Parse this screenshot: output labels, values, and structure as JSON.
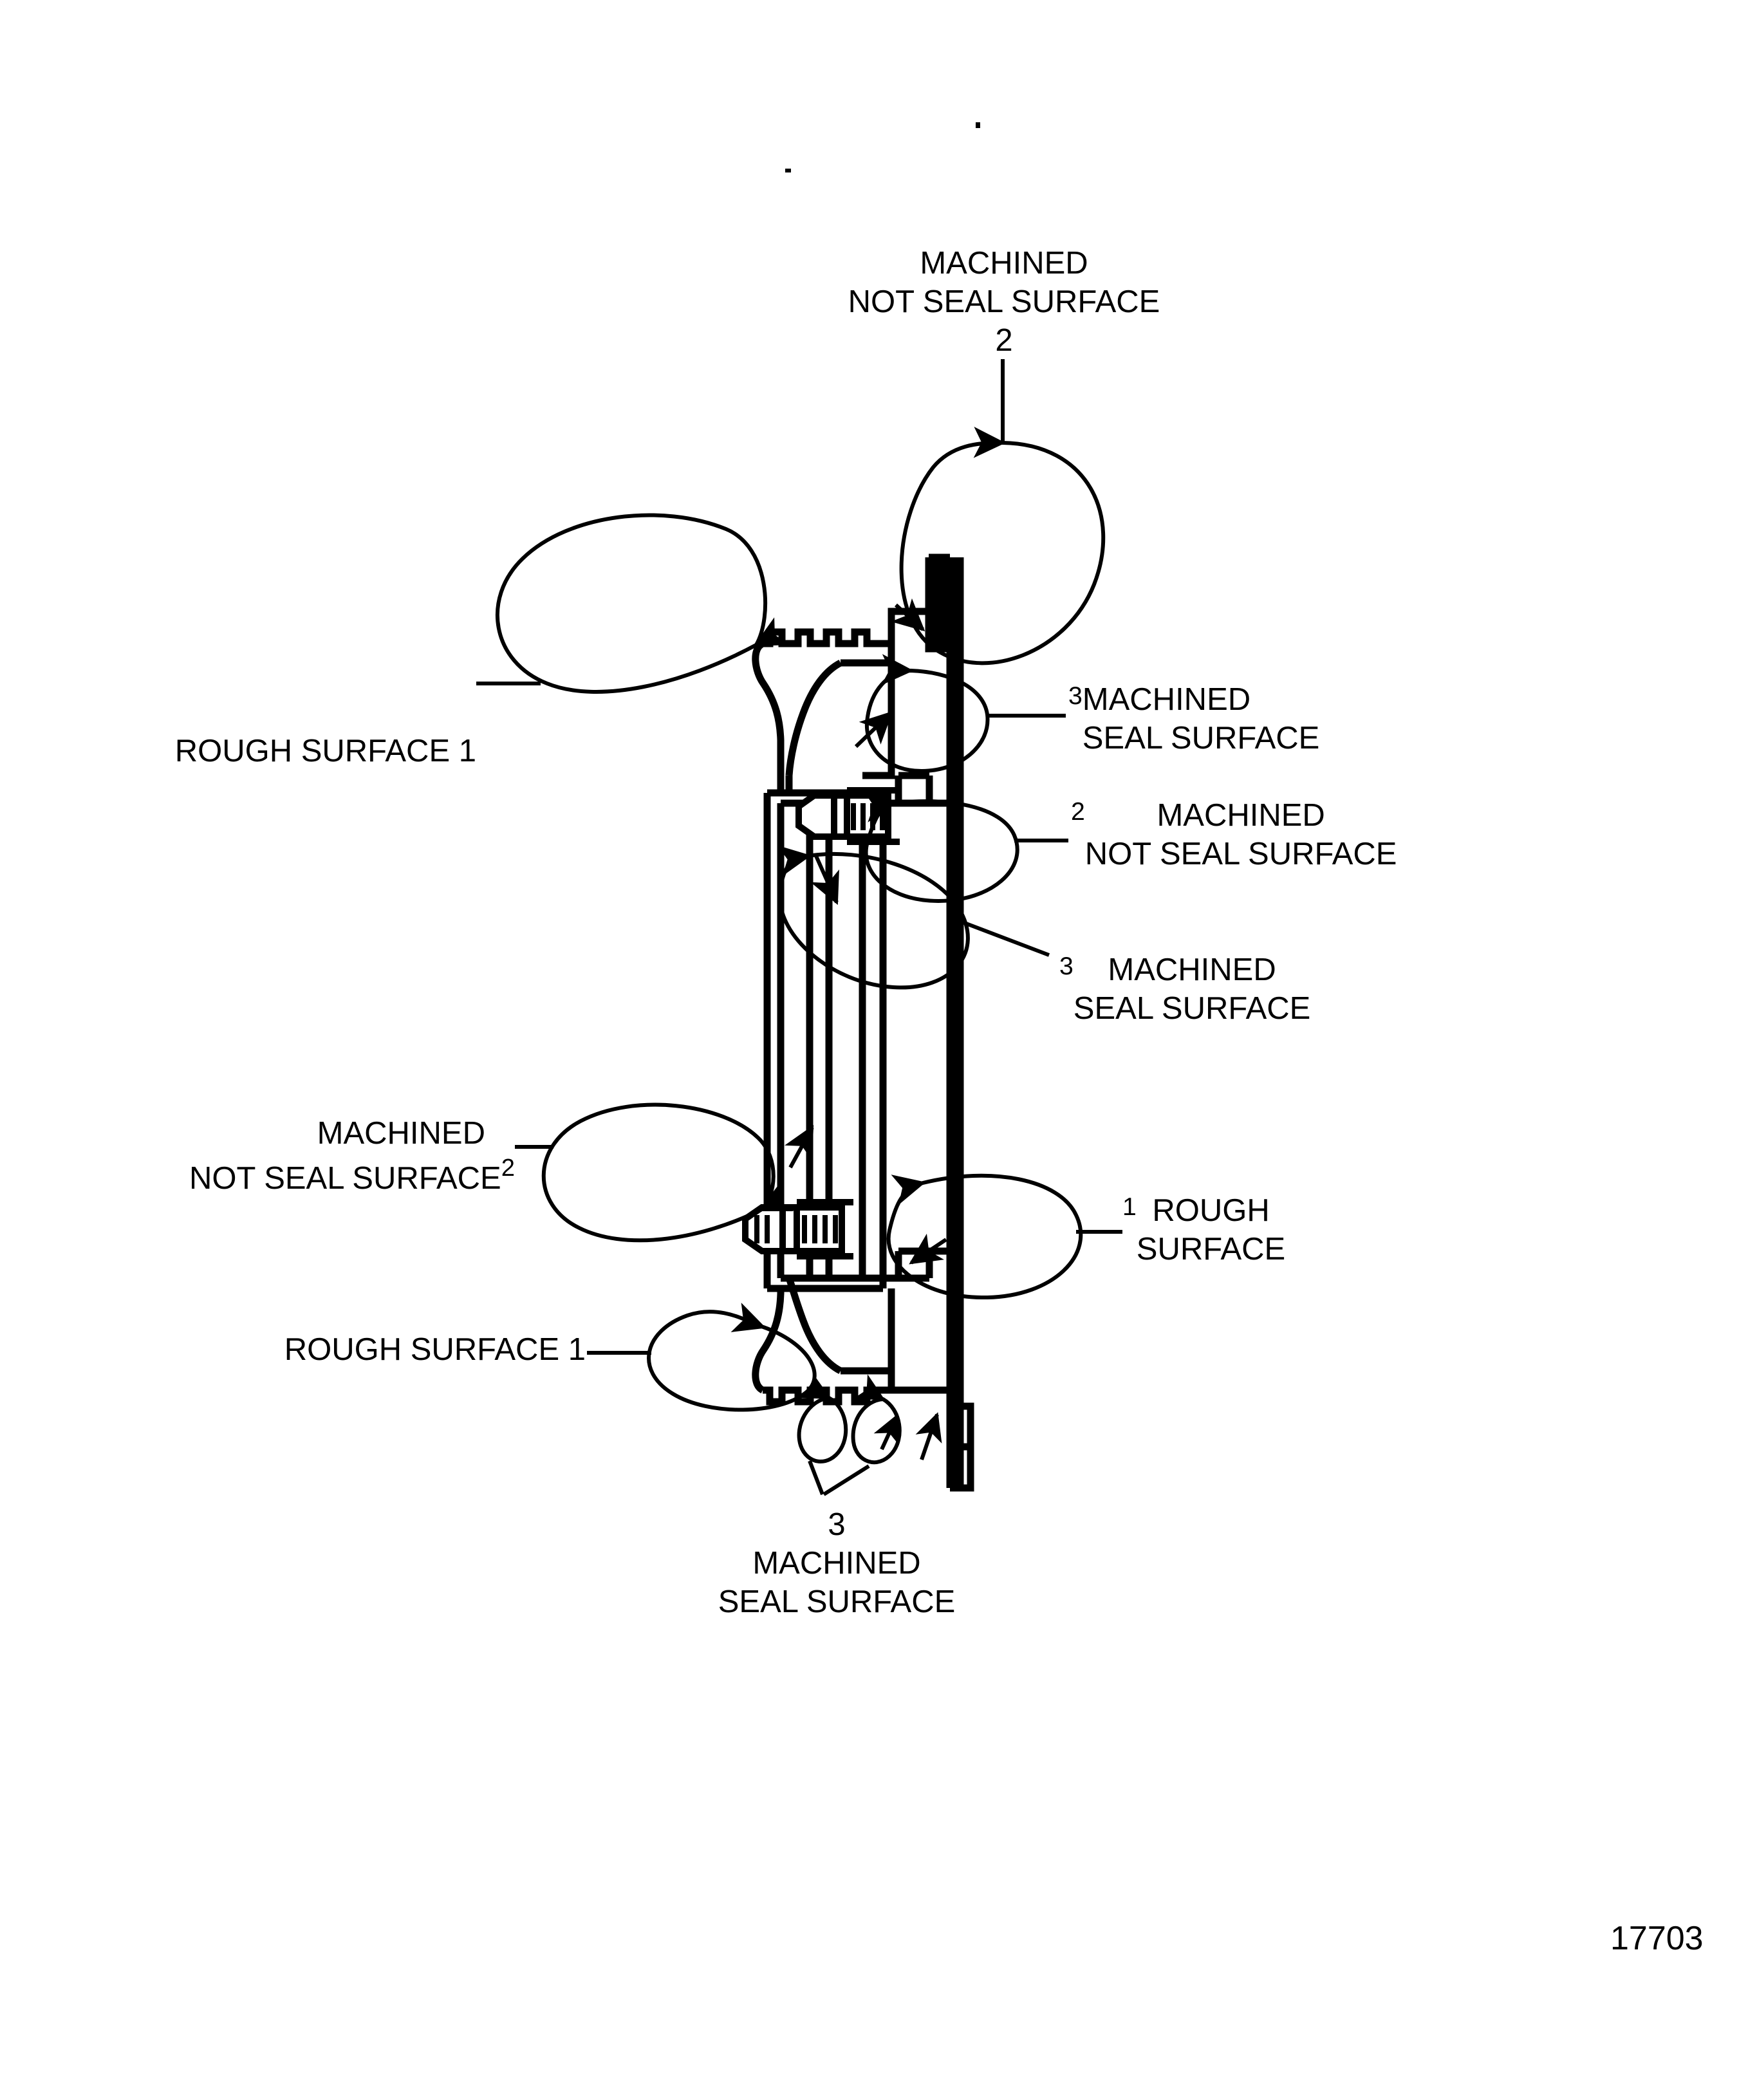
{
  "figure": {
    "id_number": "17703",
    "kind": "technical-cross-section-diagram",
    "subject": "Flange / housing sectional view with surface-finish callouts",
    "line_color": "#000000",
    "background_color": "#ffffff"
  },
  "labels": {
    "top": {
      "name": "machined-not-seal-surface-top",
      "line1": "MACHINED",
      "line2": "NOT SEAL SURFACE",
      "number": "2"
    },
    "left_upper": {
      "name": "rough-surface-left-upper",
      "text": "ROUGH SURFACE 1",
      "number": "1"
    },
    "right_upper": {
      "name": "machined-seal-surface-right-upper",
      "number": "3",
      "line1": "MACHINED",
      "line2": "SEAL SURFACE"
    },
    "right_middle": {
      "name": "machined-not-seal-surface-right-middle",
      "number": "2",
      "line1": "MACHINED",
      "line2": "NOT SEAL SURFACE"
    },
    "right_lower_mid": {
      "name": "machined-seal-surface-right-lower-mid",
      "number": "3",
      "line1": "MACHINED",
      "line2": "SEAL SURFACE"
    },
    "left_lower": {
      "name": "machined-not-seal-surface-left-lower",
      "line1": "MACHINED",
      "line2": "NOT SEAL SURFACE",
      "number": "2"
    },
    "right_bottom": {
      "name": "rough-surface-right-bottom",
      "number": "1",
      "line1": "ROUGH",
      "line2": "SURFACE"
    },
    "left_bottom": {
      "name": "rough-surface-left-bottom",
      "text": "ROUGH SURFACE 1",
      "number": "1"
    },
    "bottom": {
      "name": "machined-seal-surface-bottom",
      "number": "3",
      "line1": "MACHINED",
      "line2": "SEAL SURFACE"
    }
  },
  "legend_keys": [
    {
      "key": "1",
      "meaning": "ROUGH SURFACE"
    },
    {
      "key": "2",
      "meaning": "MACHINED NOT SEAL SURFACE"
    },
    {
      "key": "3",
      "meaning": "MACHINED SEAL SURFACE"
    }
  ]
}
